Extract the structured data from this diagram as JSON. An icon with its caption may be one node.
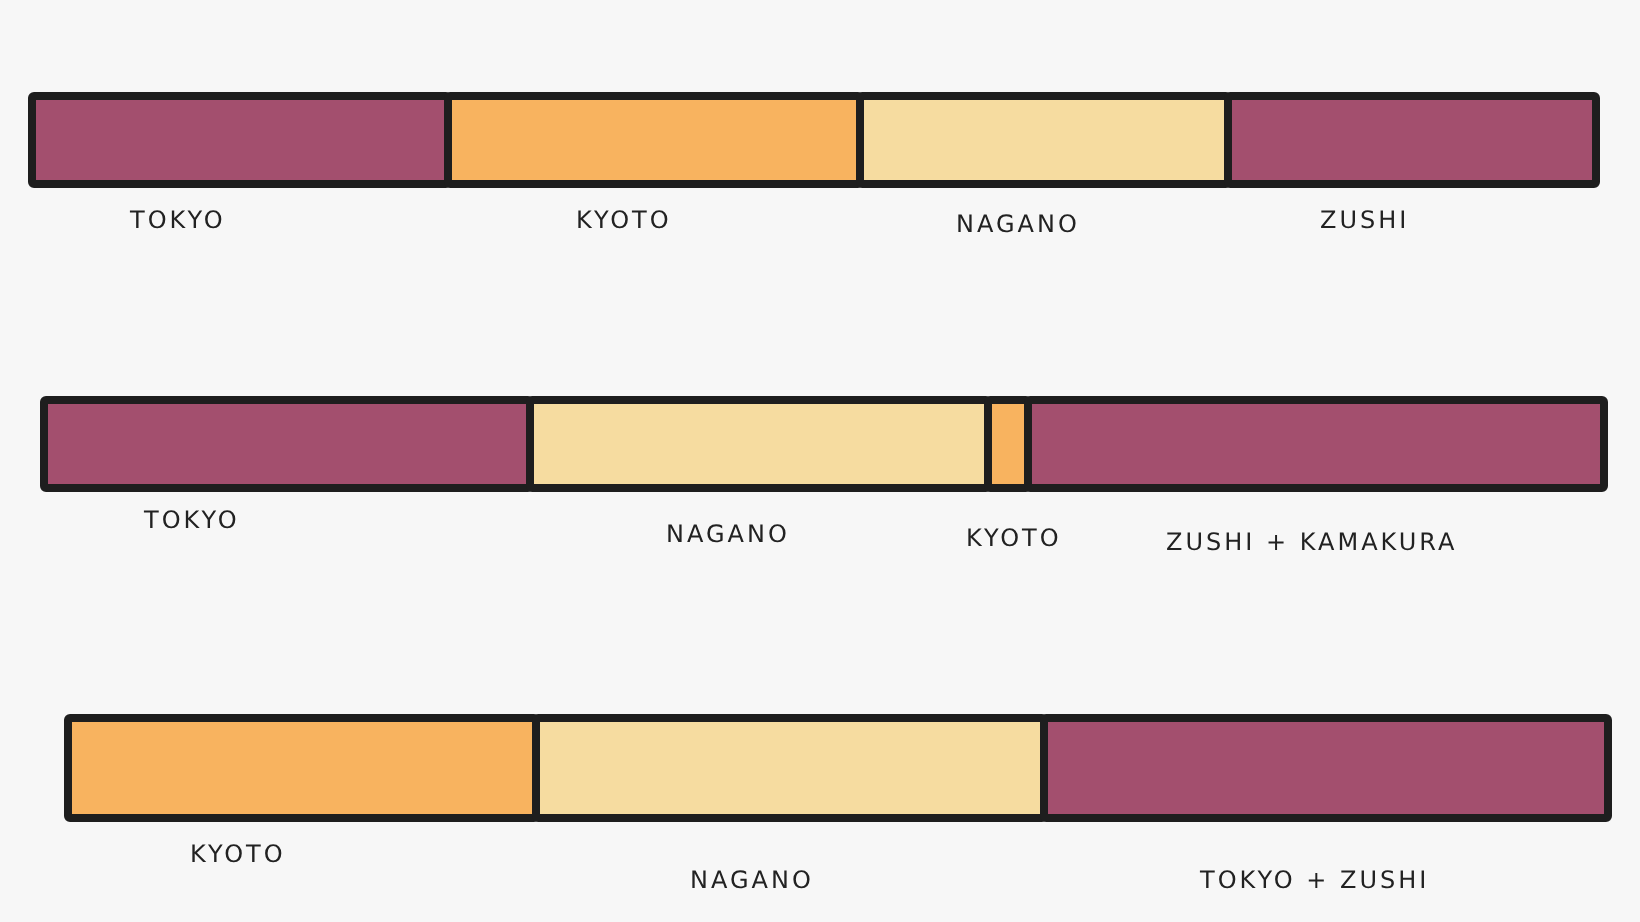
{
  "diagram": {
    "nodes": [
      {
        "text": [
          "TOKYO"
        ]
      },
      {
        "text": [
          "KYOTO"
        ]
      },
      {
        "text": [
          "NAGANO"
        ]
      },
      {
        "text": [
          "ZUSHI"
        ]
      },
      {
        "text": [
          "TOKYO"
        ]
      },
      {
        "text": [
          "NAGANO"
        ]
      },
      {
        "text": [
          "KYOTO"
        ]
      },
      {
        "text": [
          "ZUSHI + KAMAKURA"
        ]
      },
      {
        "text": [
          "KYOTO"
        ]
      },
      {
        "text": [
          "NAGANO"
        ]
      },
      {
        "text": [
          "TOKYO + ZUSHI"
        ]
      }
    ]
  }
}
